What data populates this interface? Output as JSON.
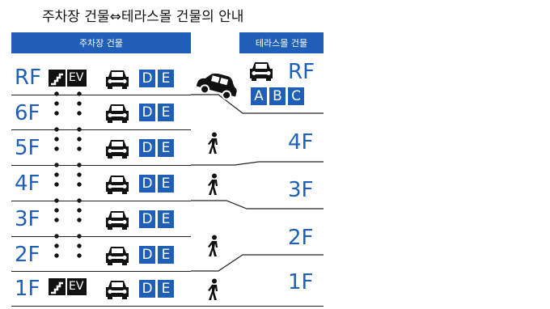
{
  "title": "주차장 건물⇔테라스몰 건물의 안내",
  "headers": {
    "parking": "주차장 건물",
    "terrace": "테라스몰 건물"
  },
  "parking_floors": [
    {
      "label": "RF",
      "stairs": true,
      "ev": true
    },
    {
      "label": "6F",
      "stairs": false,
      "ev": false
    },
    {
      "label": "5F",
      "stairs": false,
      "ev": false
    },
    {
      "label": "4F",
      "stairs": false,
      "ev": false
    },
    {
      "label": "3F",
      "stairs": false,
      "ev": false
    },
    {
      "label": "2F",
      "stairs": false,
      "ev": false
    },
    {
      "label": "1F",
      "stairs": true,
      "ev": true
    }
  ],
  "parking_zones": [
    "D",
    "E"
  ],
  "ev_label": "EV",
  "terrace": {
    "rf": {
      "label": "RF",
      "zones": [
        "A",
        "B",
        "C"
      ]
    },
    "floors": [
      "4F",
      "3F",
      "2F",
      "1F"
    ]
  },
  "colors": {
    "accent": "#1f5fb8",
    "line": "#222222"
  },
  "icons": [
    "car-icon",
    "stairs-icon",
    "person-walking-icon",
    "car-side-icon"
  ]
}
